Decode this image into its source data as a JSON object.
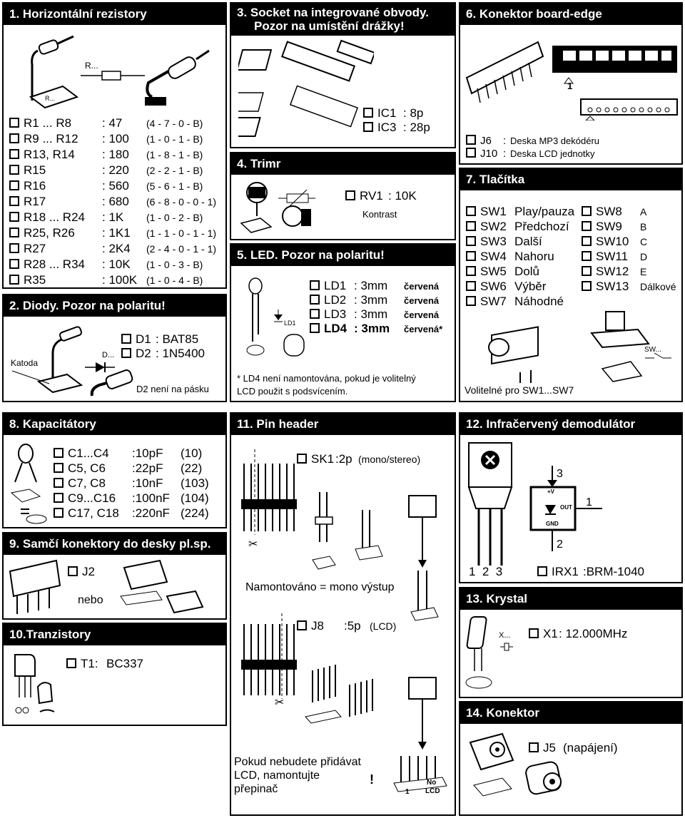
{
  "sections": {
    "s1": {
      "title": "1. Horizontální rezistory",
      "diagram_label": "R...",
      "items": [
        {
          "ref": "R1 ... R8",
          "val": ": 47",
          "code": "(4 - 7 - 0 - B)"
        },
        {
          "ref": "R9 ... R12",
          "val": ": 100",
          "code": "(1 - 0 - 1 - B)"
        },
        {
          "ref": "R13, R14",
          "val": ": 180",
          "code": "(1 - 8 - 1 - B)"
        },
        {
          "ref": "R15",
          "val": ": 220",
          "code": "(2 - 2 - 1 - B)"
        },
        {
          "ref": "R16",
          "val": ": 560",
          "code": "(5 - 6 - 1 - B)"
        },
        {
          "ref": "R17",
          "val": ": 680",
          "code": "(6 - 8 - 0 - 0 - 1)"
        },
        {
          "ref": "R18 ... R24",
          "val": ": 1K",
          "code": "(1 - 0 - 2 - B)"
        },
        {
          "ref": "R25, R26",
          "val": ": 1K1",
          "code": "(1 - 1 - 0 - 1 - 1)"
        },
        {
          "ref": "R27",
          "val": ": 2K4",
          "code": "(2 - 4 - 0 - 1 - 1)"
        },
        {
          "ref": "R28 ... R34",
          "val": ": 10K",
          "code": "(1 - 0 - 3 - B)"
        },
        {
          "ref": "R35",
          "val": ": 100K",
          "code": "(1 - 0 - 4 - B)"
        }
      ]
    },
    "s2": {
      "title": "2. Diody. Pozor na polaritu!",
      "katoda": "Katoda",
      "diode_label": "D...",
      "items": [
        {
          "ref": "D1",
          "val": ": BAT85"
        },
        {
          "ref": "D2",
          "val": ": 1N5400"
        }
      ],
      "note": "D2 není na pásku"
    },
    "s3": {
      "title_line1": "3.  Socket na integrované obvody.",
      "title_line2": "Pozor na umístění drážky!",
      "items": [
        {
          "ref": "IC1",
          "val": ":  8p"
        },
        {
          "ref": "IC3",
          "val": ":  28p"
        }
      ]
    },
    "s4": {
      "title": "4. Trimr",
      "item": {
        "ref": "RV1",
        "val": ":  10K"
      },
      "sub": "Kontrast"
    },
    "s5": {
      "title": "5. LED. Pozor na polaritu!",
      "led_label": "LD1",
      "items": [
        {
          "ref": "LD1",
          "val": ":  3mm",
          "color": "červená"
        },
        {
          "ref": "LD2",
          "val": ":  3mm",
          "color": "červená"
        },
        {
          "ref": "LD3",
          "val": ":  3mm",
          "color": "červená"
        },
        {
          "ref": "LD4",
          "val": ":  3mm",
          "color": "červená*"
        }
      ],
      "note_line1": "* LD4 není namontována, pokud je volitelný",
      "note_line2": "LCD použit s podsvícením."
    },
    "s6": {
      "title": "6. Konektor board-edge",
      "pin1": "1",
      "items": [
        {
          "ref": "J6",
          "val": ":",
          "desc": "Deska MP3 dekódéru"
        },
        {
          "ref": "J10",
          "val": ":",
          "desc": "Deska LCD jednotky"
        }
      ]
    },
    "s7": {
      "title": "7. Tlačítka",
      "left": [
        {
          "ref": "SW1",
          "desc": "Play/pauza"
        },
        {
          "ref": "SW2",
          "desc": "Předchozí"
        },
        {
          "ref": "SW3",
          "desc": "Další"
        },
        {
          "ref": "SW4",
          "desc": "Nahoru"
        },
        {
          "ref": "SW5",
          "desc": "Dolů"
        },
        {
          "ref": "SW6",
          "desc": "Výběr"
        },
        {
          "ref": "SW7",
          "desc": "Náhodné"
        }
      ],
      "right": [
        {
          "ref": "SW8",
          "desc": "A"
        },
        {
          "ref": "SW9",
          "desc": "B"
        },
        {
          "ref": "SW10",
          "desc": "C"
        },
        {
          "ref": "SW11",
          "desc": "D"
        },
        {
          "ref": "SW12",
          "desc": "E"
        },
        {
          "ref": "SW13",
          "desc": "Dálkové"
        }
      ],
      "sw_label": "SW...",
      "note": "Volitelné pro SW1...SW7"
    },
    "s8": {
      "title": "8. Kapacitátory",
      "items": [
        {
          "ref": "C1...C4",
          "val": ":10pF",
          "code": "(10)"
        },
        {
          "ref": "C5, C6",
          "val": ":22pF",
          "code": "(22)"
        },
        {
          "ref": "C7, C8",
          "val": ":10nF",
          "code": "(103)"
        },
        {
          "ref": "C9...C16",
          "val": ":100nF",
          "code": "(104)"
        },
        {
          "ref": "C17, C18",
          "val": ":220nF",
          "code": "(224)"
        }
      ]
    },
    "s9": {
      "title": "9. Samčí konektory do desky pl.sp.",
      "item": "J2",
      "nebo": "nebo"
    },
    "s10": {
      "title": "10.Tranzistory",
      "item": {
        "ref": "T1:",
        "val": "BC337"
      }
    },
    "s11": {
      "title": "11. Pin header",
      "sk1": {
        "ref": "SK1",
        "val": ":2p",
        "desc": "(mono/stereo)"
      },
      "mono_note": "Namontováno = mono výstup",
      "j8": {
        "ref": "J8",
        "val": ":5p",
        "desc": "(LCD)"
      },
      "lcd_note_1": "Pokud nebudete přidávat",
      "lcd_note_2": "LCD, namontujte",
      "lcd_note_3": "přepinač",
      "excl": "!",
      "pos_1": "1",
      "pos_no": "No",
      "pos_lcd": "LCD"
    },
    "s12": {
      "title": "12. Infračervený demodulátor",
      "pins": "1  2  3",
      "ic_vplus": "+V",
      "ic_out": "OUT",
      "ic_gnd": "GND",
      "pin_top": "3",
      "pin_right": "1",
      "pin_bottom": "2",
      "item": {
        "ref": "IRX1",
        "val": ":BRM-1040"
      }
    },
    "s13": {
      "title": "13. Krystal",
      "x_label": "X...",
      "item": {
        "ref": "X1",
        "val": ": 12.000MHz"
      }
    },
    "s14": {
      "title": "14. Konektor",
      "item": {
        "ref": "J5",
        "val": "(napájení)"
      }
    }
  }
}
